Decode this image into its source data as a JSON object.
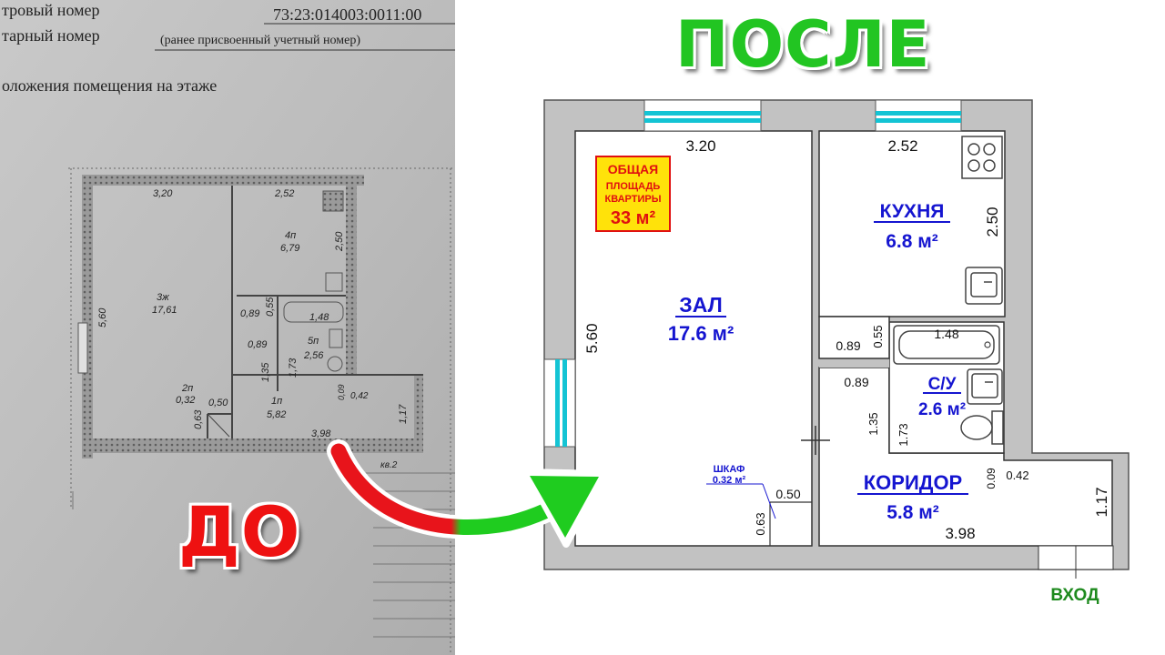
{
  "titles": {
    "after": "ПОСЛЕ",
    "before": "ДО"
  },
  "colors": {
    "green": "#22c522",
    "red": "#ee1111",
    "blue": "#1515d0",
    "wall": "#c2c2c2",
    "window": "#14c4d4"
  },
  "old_plan": {
    "header_1": "тровый номер",
    "header_1_value": "73:23:014003:0011:00",
    "header_2": "тарный номер",
    "header_2_note": "(ранее присвоенный учетный номер)",
    "header_3": "оложения помещения на этаже",
    "dims": {
      "w1": "3,20",
      "w2": "2,52",
      "h1": "5,60",
      "k_h": "2,50",
      "d089a": "0,89",
      "d055": "0,55",
      "d148": "1,48",
      "d089b": "0,89",
      "d135": "1,35",
      "d173": "1,73",
      "d050": "0,50",
      "d063": "0,63",
      "d009": "0,09",
      "d042": "0,42",
      "d117": "1,17",
      "d398": "3,98",
      "kv": "кв.2"
    },
    "rooms": {
      "r3": "3ж",
      "r3a": "17,61",
      "r4": "4п",
      "r4a": "6,79",
      "r5": "5п",
      "r5a": "2,56",
      "r2": "2п",
      "r2a": "0,32",
      "r1": "1п",
      "r1a": "5,82"
    }
  },
  "new_plan": {
    "total_area": {
      "line1": "ОБЩАЯ",
      "line2": "ПЛОЩАДЬ",
      "line3": "КВАРТИРЫ",
      "value": "33 м²"
    },
    "rooms": [
      {
        "name": "ЗАЛ",
        "area": "17.6 м²"
      },
      {
        "name": "КУХНЯ",
        "area": "6.8 м²"
      },
      {
        "name": "С/У",
        "area": "2.6 м²"
      },
      {
        "name": "КОРИДОР",
        "area": "5.8 м²"
      },
      {
        "name": "ШКАФ",
        "area": "0.32 м²"
      }
    ],
    "dims": {
      "zal_w": "3.20",
      "kitchen_w": "2.52",
      "zal_h": "5.60",
      "kitchen_h": "2.50",
      "d055": "0.55",
      "d089a": "0.89",
      "d089b": "0.89",
      "d148": "1.48",
      "d135": "1.35",
      "d173": "1.73",
      "d050": "0.50",
      "d063": "0.63",
      "d009": "0.09",
      "d042": "0.42",
      "d117": "1.17",
      "d398": "3.98"
    },
    "entrance": "ВХОД"
  }
}
